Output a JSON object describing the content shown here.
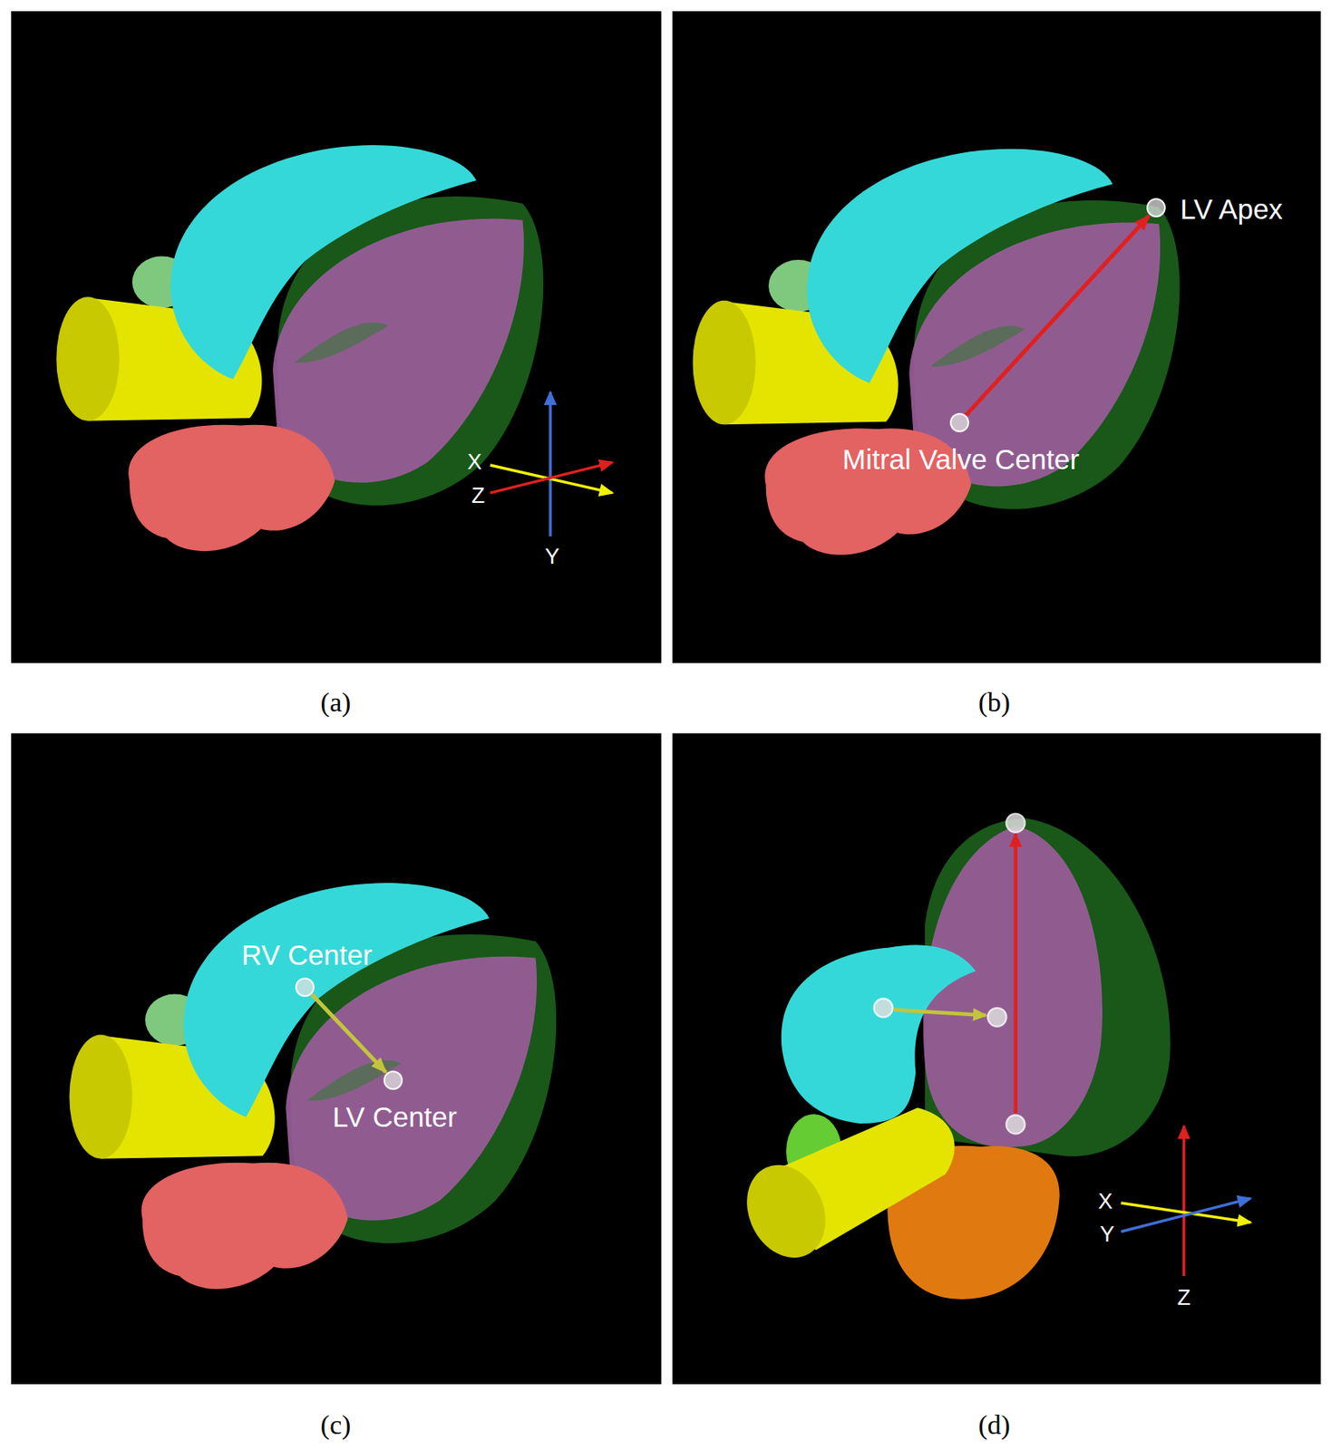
{
  "diagram": {
    "nodes": [
      {
        "text": [
          "LV Apex"
        ]
      },
      {
        "text": [
          "Mitral Valve Center"
        ]
      },
      {
        "text": [
          "RV Center"
        ]
      },
      {
        "text": [
          "LV Center"
        ]
      }
    ],
    "edges": [
      {
        "from": 1,
        "to": 0,
        "arrow": "to"
      },
      {
        "from": 2,
        "to": 3,
        "arrow": "to"
      }
    ],
    "labels": [
      "X",
      "Z",
      "Y",
      "(a)",
      "(b)",
      "(c)",
      "X",
      "Y",
      "Z",
      "(d)"
    ]
  }
}
